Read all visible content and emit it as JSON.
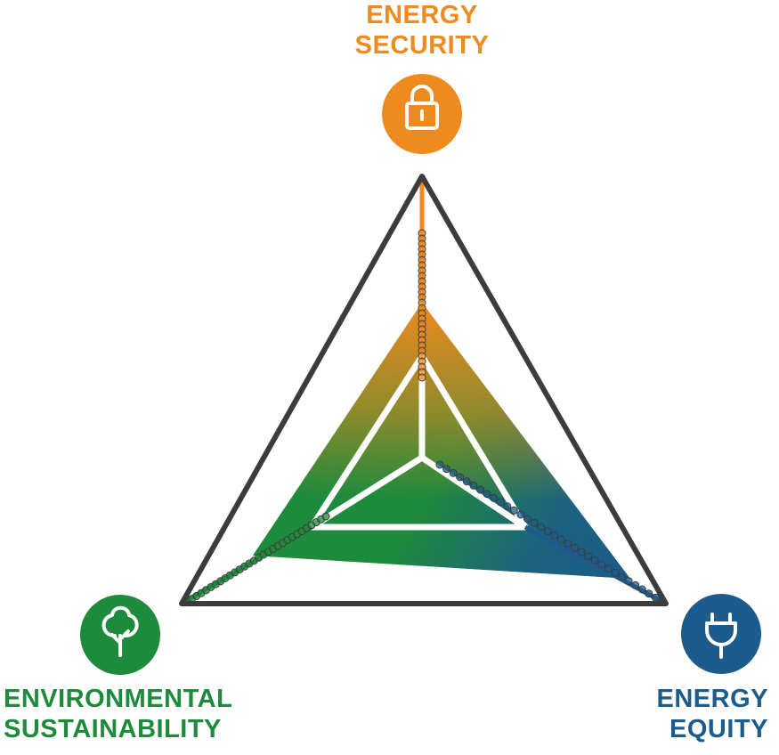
{
  "colors": {
    "security": "#ee8a1e",
    "sustainability": "#1e8a3c",
    "equity": "#1c5b8c",
    "outline": "#3c3c3c",
    "inner_lines": "#ffffff"
  },
  "dimensions": [
    {
      "key": "security",
      "label_lines": [
        "ENERGY",
        "SECURITY"
      ],
      "icon": "padlock-icon"
    },
    {
      "key": "sustainability",
      "label_lines": [
        "ENVIRONMENTAL",
        "SUSTAINABILITY"
      ],
      "icon": "tree-icon"
    },
    {
      "key": "equity",
      "label_lines": [
        "ENERGY",
        "EQUITY"
      ],
      "icon": "plug-icon"
    }
  ]
}
